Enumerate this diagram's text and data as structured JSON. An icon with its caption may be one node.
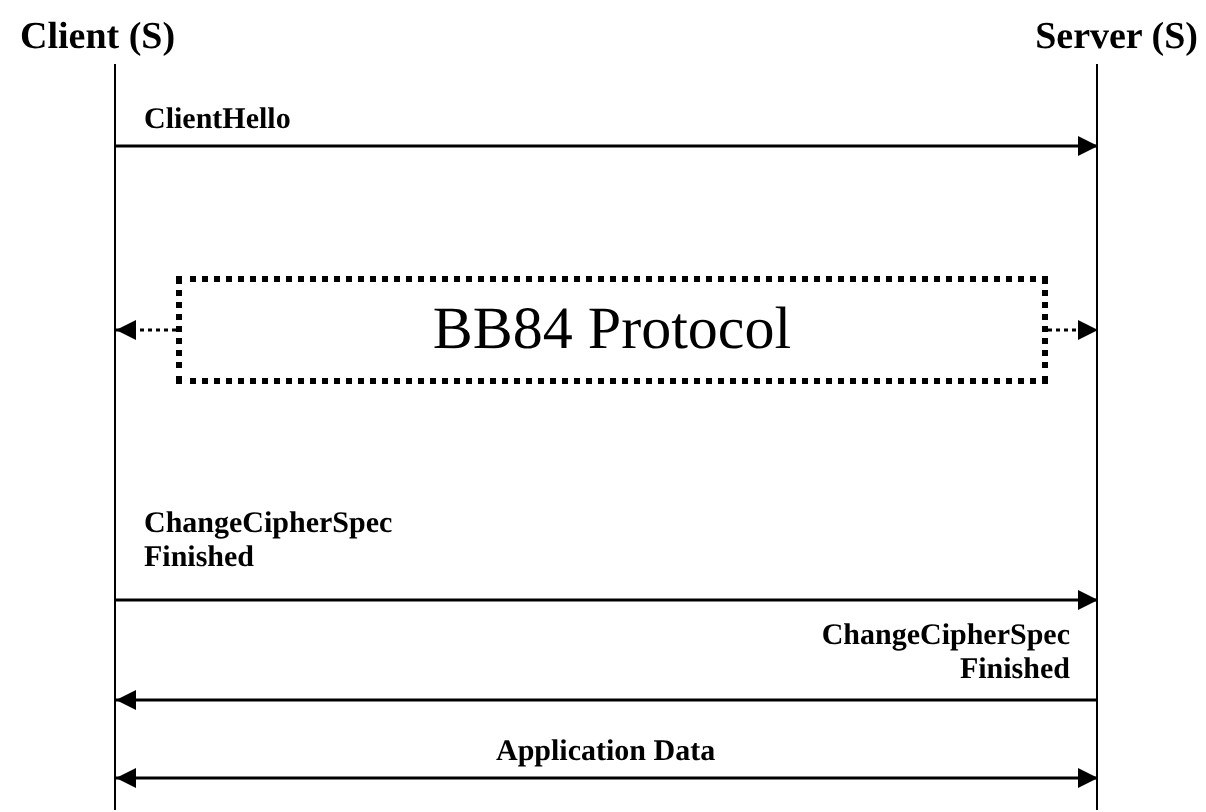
{
  "diagram": {
    "nodes": [
      {
        "text": [
          "Client (S)"
        ]
      },
      {
        "text": [
          "Server (S)"
        ]
      },
      {
        "text": [
          "BB84 Protocol"
        ]
      }
    ],
    "edges": [
      {
        "from": 0,
        "to": 1,
        "arrow": "to",
        "label": "ClientHello"
      },
      {
        "from": 2,
        "to": 0,
        "arrow": "to",
        "style": "dashed"
      },
      {
        "from": 2,
        "to": 1,
        "arrow": "to",
        "style": "dashed"
      },
      {
        "from": 0,
        "to": 1,
        "arrow": "to",
        "label": "ChangeCipherSpec Finished"
      },
      {
        "from": 1,
        "to": 0,
        "arrow": "to",
        "label": "ChangeCipherSpec Finished"
      },
      {
        "from": 0,
        "to": 1,
        "arrow": "both",
        "label": "Application Data"
      }
    ]
  }
}
